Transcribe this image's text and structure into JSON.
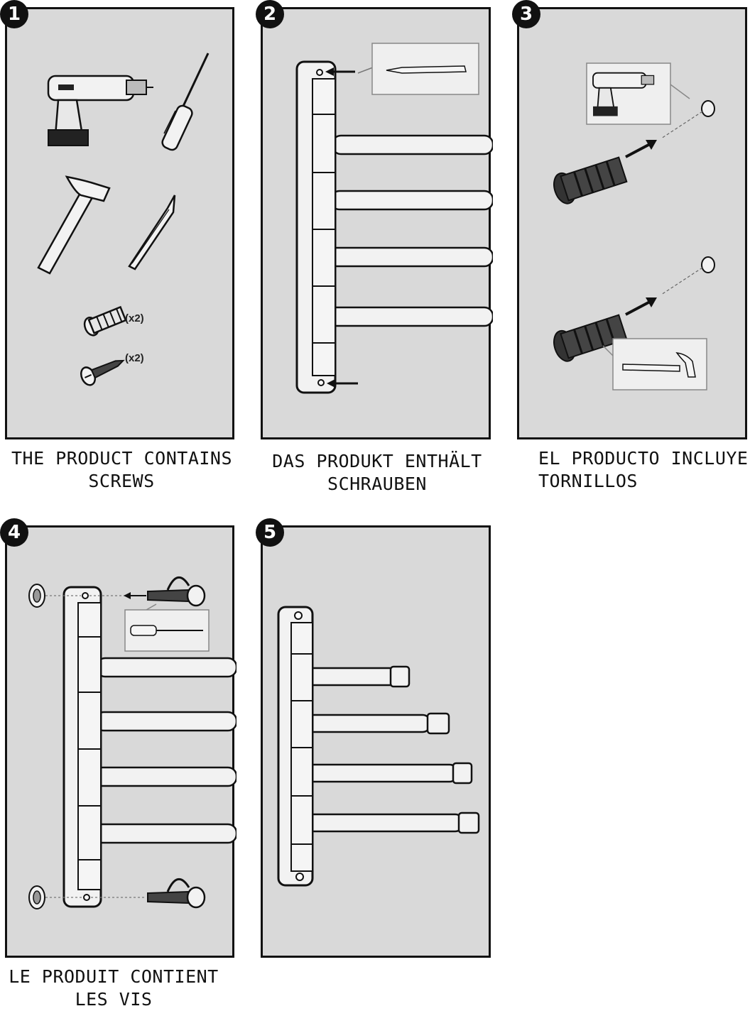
{
  "steps": [
    {
      "number": "1",
      "caption_line1": "THE PRODUCT CONTAINS",
      "caption_line2": "SCREWS",
      "anchor_qty": "(x2)",
      "screw_qty": "(x2)"
    },
    {
      "number": "2",
      "caption_line1": "DAS PRODUKT ENTHÄLT",
      "caption_line2": "SCHRAUBEN"
    },
    {
      "number": "3",
      "caption_line1": "EL PRODUCTO INCLUYE",
      "caption_line2": "TORNILLOS"
    },
    {
      "number": "4",
      "caption_line1": "LE PRODUIT CONTIENT",
      "caption_line2": "LES VIS"
    },
    {
      "number": "5"
    }
  ],
  "colors": {
    "panel_bg": "#d9d9d9",
    "ink": "#111111",
    "part": "#f2f2f2"
  },
  "icons": [
    "drill-icon",
    "screwdriver-icon",
    "hammer-icon",
    "pencil-icon",
    "wall-anchor-icon",
    "screw-icon",
    "towel-rack-icon",
    "arrow-icon"
  ]
}
